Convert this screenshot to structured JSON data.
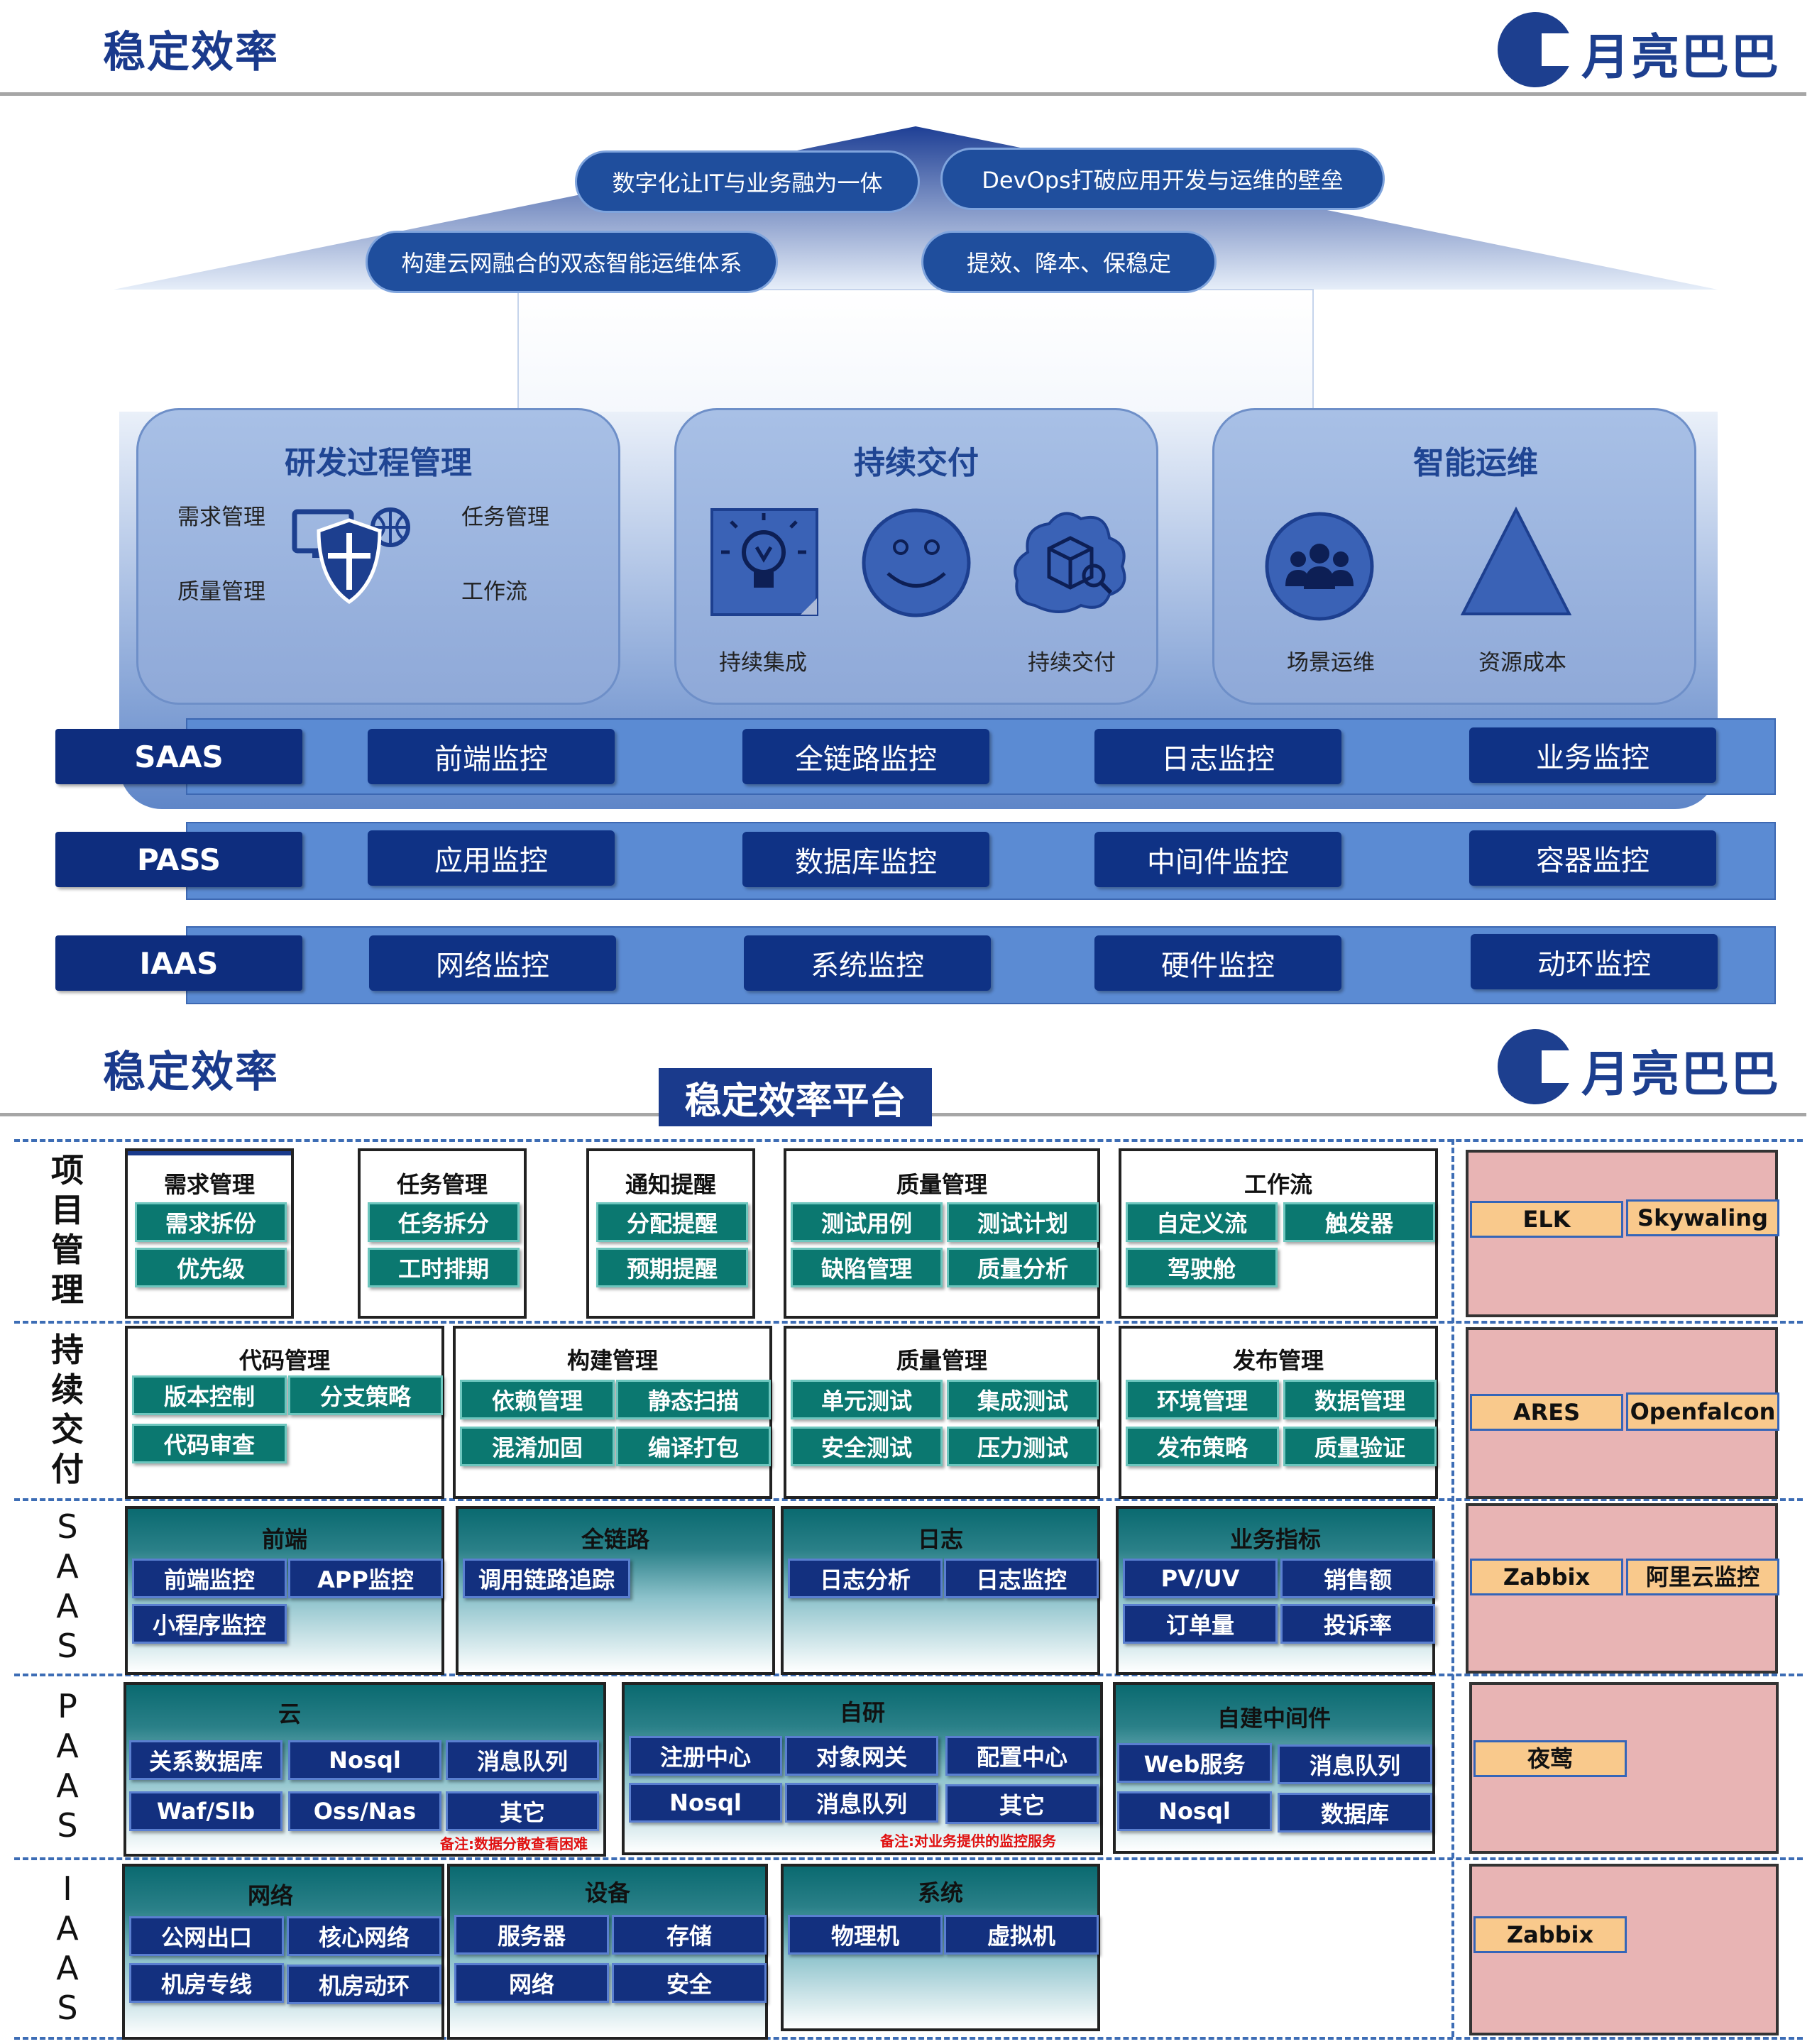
{
  "header1": {
    "title": "稳定效率",
    "logo": "月亮巴巴"
  },
  "header2": {
    "title": "稳定效率",
    "logo": "月亮巴巴",
    "platform_title": "稳定效率平台"
  },
  "goals": [
    "数字化让IT与业务融为一体",
    "DevOps打破应用开发与运维的壁垒",
    "构建云网融合的双态智能运维体系",
    "提效、降本、保稳定"
  ],
  "modules": {
    "rd": {
      "title": "研发过程管理",
      "items": [
        "需求管理",
        "任务管理",
        "质量管理",
        "工作流"
      ]
    },
    "cd": {
      "title": "持续交付",
      "items": [
        "持续集成",
        "持续交付"
      ]
    },
    "ops": {
      "title": "智能运维",
      "items": [
        "场景运维",
        "资源成本"
      ]
    }
  },
  "layers": [
    {
      "tag": "SAAS",
      "items": [
        "前端监控",
        "全链路监控",
        "日志监控",
        "业务监控"
      ]
    },
    {
      "tag": "PASS",
      "items": [
        "应用监控",
        "数据库监控",
        "中间件监控",
        "容器监控"
      ]
    },
    {
      "tag": "IAAS",
      "items": [
        "网络监控",
        "系统监控",
        "硬件监控",
        "动环监控"
      ]
    }
  ],
  "sections": {
    "pm": {
      "label": [
        "项",
        "目",
        "管",
        "理"
      ]
    },
    "cd": {
      "label": [
        "持",
        "续",
        "交",
        "付"
      ]
    },
    "saas": {
      "label": [
        "S",
        "A",
        "A",
        "S"
      ]
    },
    "paas": {
      "label": [
        "P",
        "A",
        "A",
        "S"
      ]
    },
    "iaas": {
      "label": [
        "I",
        "A",
        "A",
        "S"
      ]
    }
  },
  "pm_cards": [
    {
      "title": "需求管理",
      "items": [
        "需求拆份",
        "优先级"
      ]
    },
    {
      "title": "任务管理",
      "items": [
        "任务拆分",
        "工时排期"
      ]
    },
    {
      "title": "通知提醒",
      "items": [
        "分配提醒",
        "预期提醒"
      ]
    },
    {
      "title": "质量管理",
      "items": [
        "测试用例",
        "测试计划",
        "缺陷管理",
        "质量分析"
      ]
    },
    {
      "title": "工作流",
      "items": [
        "自定义流",
        "触发器",
        "驾驶舱"
      ]
    }
  ],
  "cd_cards": [
    {
      "title": "代码管理",
      "items": [
        "版本控制",
        "分支策略",
        "代码审查"
      ]
    },
    {
      "title": "构建管理",
      "items": [
        "依赖管理",
        "静态扫描",
        "混淆加固",
        "编译打包"
      ]
    },
    {
      "title": "质量管理",
      "items": [
        "单元测试",
        "集成测试",
        "安全测试",
        "压力测试"
      ]
    },
    {
      "title": "发布管理",
      "items": [
        "环境管理",
        "数据管理",
        "发布策略",
        "质量验证"
      ]
    }
  ],
  "saas_cards": [
    {
      "title": "前端",
      "items": [
        "前端监控",
        "APP监控",
        "小程序监控"
      ]
    },
    {
      "title": "全链路",
      "items": [
        "调用链路追踪"
      ]
    },
    {
      "title": "日志",
      "items": [
        "日志分析",
        "日志监控"
      ]
    },
    {
      "title": "业务指标",
      "items": [
        "PV/UV",
        "销售额",
        "订单量",
        "投诉率"
      ]
    }
  ],
  "paas_cards": [
    {
      "title": "云",
      "items": [
        "关系数据库",
        "Nosql",
        "消息队列",
        "Waf/Slb",
        "Oss/Nas",
        "其它"
      ],
      "note": "备注:数据分散查看困难"
    },
    {
      "title": "自研",
      "items": [
        "注册中心",
        "对象网关",
        "配置中心",
        "Nosql",
        "消息队列",
        "其它"
      ],
      "note": "备注:对业务提供的监控服务"
    },
    {
      "title": "自建中间件",
      "items": [
        "Web服务",
        "消息队列",
        "Nosql",
        "数据库"
      ]
    }
  ],
  "iaas_cards": [
    {
      "title": "网络",
      "items": [
        "公网出口",
        "核心网络",
        "机房专线",
        "机房动环"
      ]
    },
    {
      "title": "设备",
      "items": [
        "服务器",
        "存储",
        "网络",
        "安全"
      ]
    },
    {
      "title": "系统",
      "items": [
        "物理机",
        "虚拟机"
      ]
    }
  ],
  "tools": {
    "pm": [
      "ELK",
      "Skywaling"
    ],
    "cd": [
      "ARES",
      "Openfalcon"
    ],
    "saas": [
      "Zabbix",
      "阿里云监控"
    ],
    "paas": [
      "夜莺"
    ],
    "iaas": [
      "Zabbix"
    ]
  },
  "colors": {
    "brand": "#1d3f8f",
    "navy": "#0e2d7e",
    "teal": "#0b7870",
    "bar": "#5b8bd3",
    "pink": "#e8b4b4",
    "orange": "#f9c98c"
  }
}
